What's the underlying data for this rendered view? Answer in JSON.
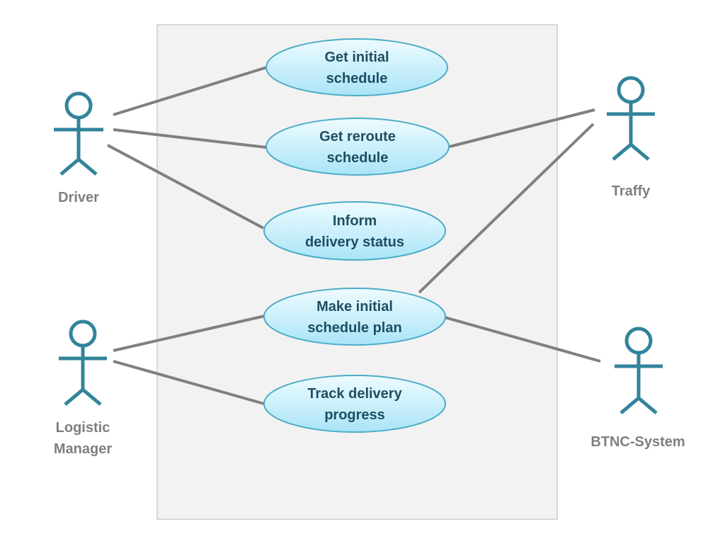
{
  "actors": {
    "driver": {
      "label": [
        "Driver"
      ]
    },
    "traffy": {
      "label": [
        "Traffy"
      ]
    },
    "logistic_manager": {
      "label": [
        "Logistic",
        "Manager"
      ]
    },
    "btnc_system": {
      "label": [
        "BTNC-System"
      ]
    }
  },
  "use_cases": {
    "get_initial_schedule": {
      "label": [
        "Get initial",
        "schedule"
      ]
    },
    "get_reroute_schedule": {
      "label": [
        "Get reroute",
        "schedule"
      ]
    },
    "inform_delivery_status": {
      "label": [
        "Inform",
        "delivery status"
      ]
    },
    "make_initial_schedule_plan": {
      "label": [
        "Make initial",
        "schedule plan"
      ]
    },
    "track_delivery_progress": {
      "label": [
        "Track delivery",
        "progress"
      ]
    }
  },
  "associations": [
    {
      "from": "driver",
      "to": "get_initial_schedule"
    },
    {
      "from": "driver",
      "to": "get_reroute_schedule"
    },
    {
      "from": "driver",
      "to": "inform_delivery_status"
    },
    {
      "from": "traffy",
      "to": "get_reroute_schedule"
    },
    {
      "from": "traffy",
      "to": "make_initial_schedule_plan"
    },
    {
      "from": "logistic_manager",
      "to": "make_initial_schedule_plan"
    },
    {
      "from": "logistic_manager",
      "to": "track_delivery_progress"
    },
    {
      "from": "btnc_system",
      "to": "make_initial_schedule_plan"
    }
  ],
  "colors": {
    "system_boundary_fill": "#f2f2f2",
    "system_boundary_stroke": "#d9d9d9",
    "actor_stroke": "#31849b",
    "actor_label": "#7f7f7f",
    "association_line": "#808080",
    "use_case_fill_top": "#eefbff",
    "use_case_fill_bottom": "#a9e4f7",
    "use_case_stroke": "#4bacc6",
    "use_case_text": "#1f4e63"
  }
}
